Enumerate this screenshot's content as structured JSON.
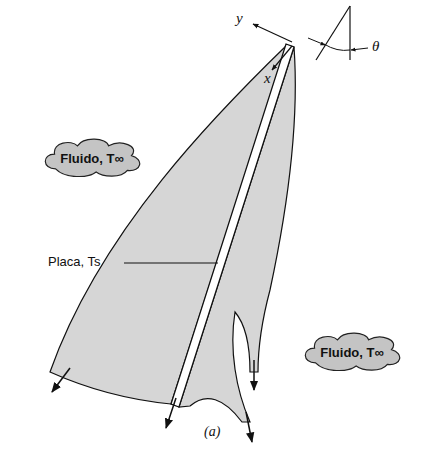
{
  "diagram": {
    "nodes": [
      {
        "text": [
          "Fluido, T∞"
        ]
      },
      {
        "text": [
          "Fluido, T∞"
        ]
      }
    ],
    "labels": [
      "Placa, Ts",
      "y",
      "x",
      "θ",
      "(a)"
    ]
  }
}
